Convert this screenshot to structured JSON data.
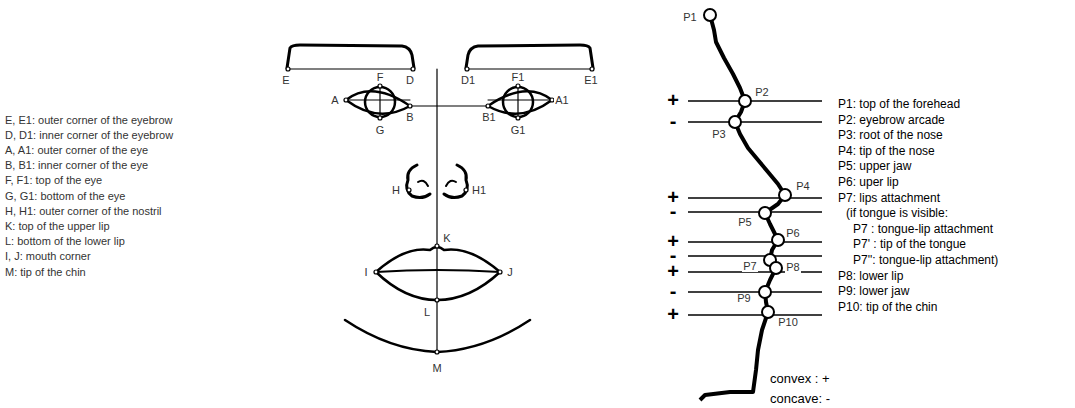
{
  "diagram": {
    "labels": [
      "E, E1: outer corner of the eyebrow",
      "D, D1: inner corner of the eyebrow",
      "A, A1: outer corner of the eye",
      "B, B1: inner corner of the eye",
      "F, F1:  top of the eye",
      "G, G1: bottom of the eye",
      "H, H1: outer corner of the nostril",
      "K: top of the upper lip",
      "L: bottom of the lower lip",
      "I, J: mouth corner",
      "M: tip of the chin",
      "E",
      "D",
      "D1",
      "E1",
      "A",
      "F",
      "B",
      "B1",
      "F1",
      "A1",
      "G",
      "G1",
      "H",
      "H1",
      "K",
      "I",
      "J",
      "L",
      "M",
      "P1",
      "P2",
      "P3",
      "P4",
      "P5",
      "P6",
      "P7",
      "P8",
      "P9",
      "P10",
      "+",
      "-",
      "+",
      "-",
      "+",
      "-",
      "+",
      "-",
      "+",
      "P1: top of the forehead",
      "P2: eyebrow arcade",
      "P3: root of the nose",
      "P4: tip of the nose",
      "P5: upper jaw",
      "P6: uper lip",
      "P7: lips attachment",
      "(if tongue is visible:",
      "P7  : tongue-lip attachment",
      "P7' : tip of the tongue",
      "P7'': tongue-lip attachment)",
      "P8: lower lip",
      "P9: lower jaw",
      "P10: tip of the chin",
      "convex : +",
      "concave: -"
    ]
  }
}
